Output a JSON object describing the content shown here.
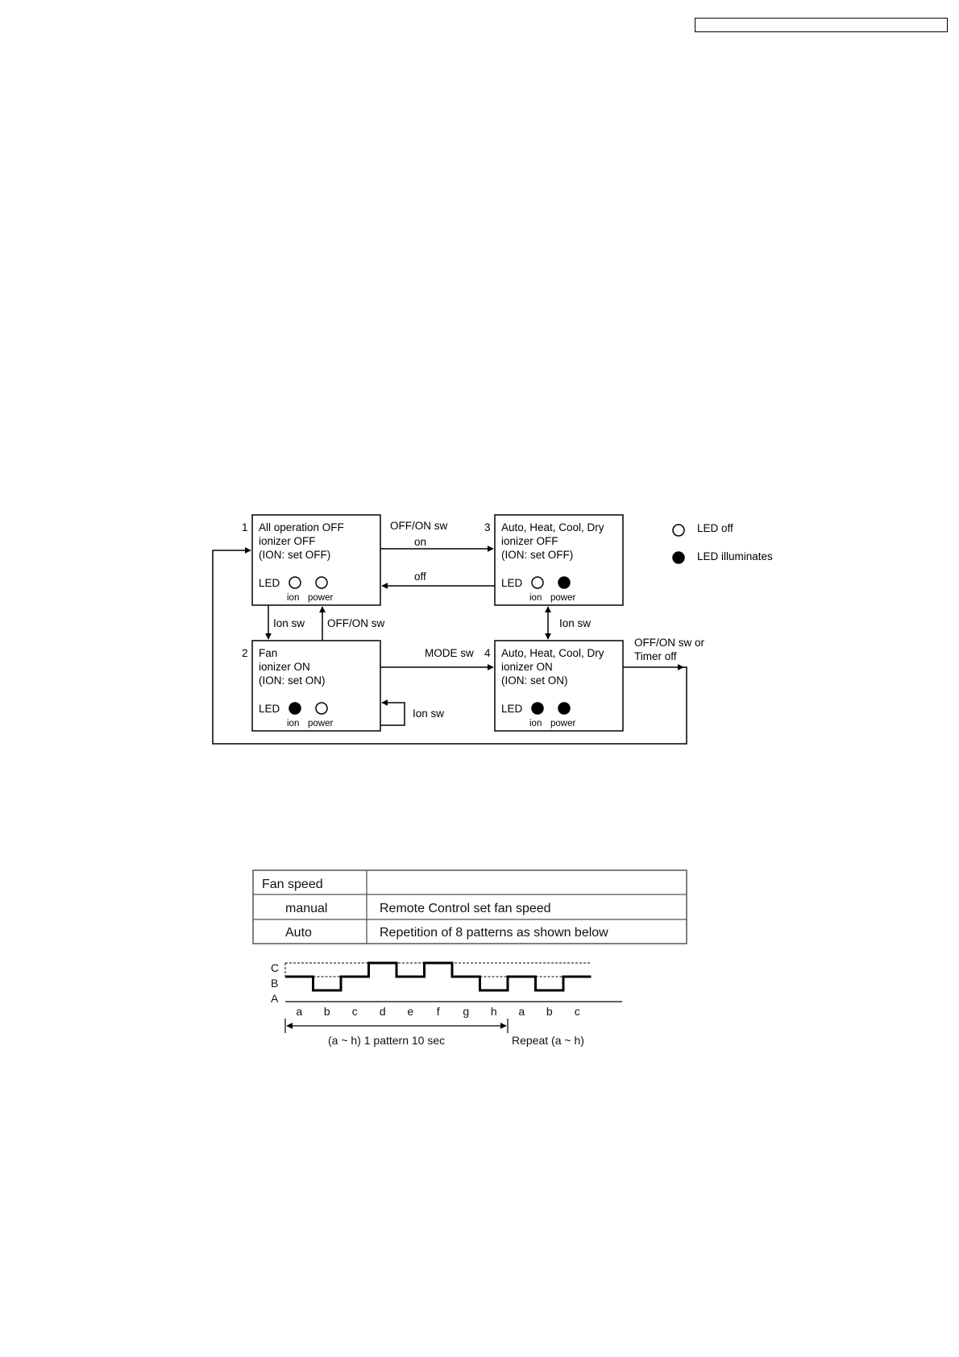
{
  "states": [
    {
      "number": "1",
      "lines": [
        "All operation OFF",
        "ionizer OFF",
        "(ION: set OFF)"
      ],
      "led_label": "LED",
      "ion_label": "ion",
      "power_label": "power",
      "ion_led": "off",
      "power_led": "off"
    },
    {
      "number": "2",
      "lines": [
        "Fan",
        "ionizer ON",
        "(ION: set ON)"
      ],
      "led_label": "LED",
      "ion_label": "ion",
      "power_label": "power",
      "ion_led": "on",
      "power_led": "off"
    },
    {
      "number": "3",
      "lines": [
        "Auto, Heat, Cool, Dry",
        "ionizer OFF",
        "(ION: set OFF)"
      ],
      "led_label": "LED",
      "ion_label": "ion",
      "power_label": "power",
      "ion_led": "off",
      "power_led": "on"
    },
    {
      "number": "4",
      "lines": [
        "Auto, Heat, Cool, Dry",
        "ionizer ON",
        "(ION: set ON)"
      ],
      "led_label": "LED",
      "ion_label": "ion",
      "power_label": "power",
      "ion_led": "on",
      "power_led": "on"
    }
  ],
  "transitions": {
    "s1_to_s3_line1": "OFF/ON sw",
    "s1_to_s3_line2": "on",
    "s3_to_s1": "off",
    "s1_to_s2": "Ion sw",
    "s2_to_s1": "OFF/ON sw",
    "s3_s4": "Ion sw",
    "s2_to_s4": "MODE sw",
    "s2_self": "Ion sw",
    "s4_to_s1_line1": "OFF/ON sw or",
    "s4_to_s1_line2": "Timer off"
  },
  "legend": {
    "led_off": "LED off",
    "led_on": "LED illuminates"
  },
  "fan_table": {
    "header": "Fan speed",
    "rows": [
      {
        "label": "manual",
        "value": "Remote Control set fan speed"
      },
      {
        "label": "Auto",
        "value": "Repetition of 8 patterns as shown below"
      }
    ]
  },
  "waveform": {
    "levels": [
      "C",
      "B",
      "A"
    ],
    "segments": [
      "a",
      "b",
      "c",
      "d",
      "e",
      "f",
      "g",
      "h",
      "a",
      "b",
      "c"
    ],
    "segment_levels": [
      "B",
      "A",
      "B",
      "C",
      "B",
      "C",
      "B",
      "A",
      "B",
      "A",
      "B"
    ],
    "pattern_label": "(a ~ h) 1 pattern  10 sec",
    "repeat_label": "Repeat (a ~ h)"
  }
}
